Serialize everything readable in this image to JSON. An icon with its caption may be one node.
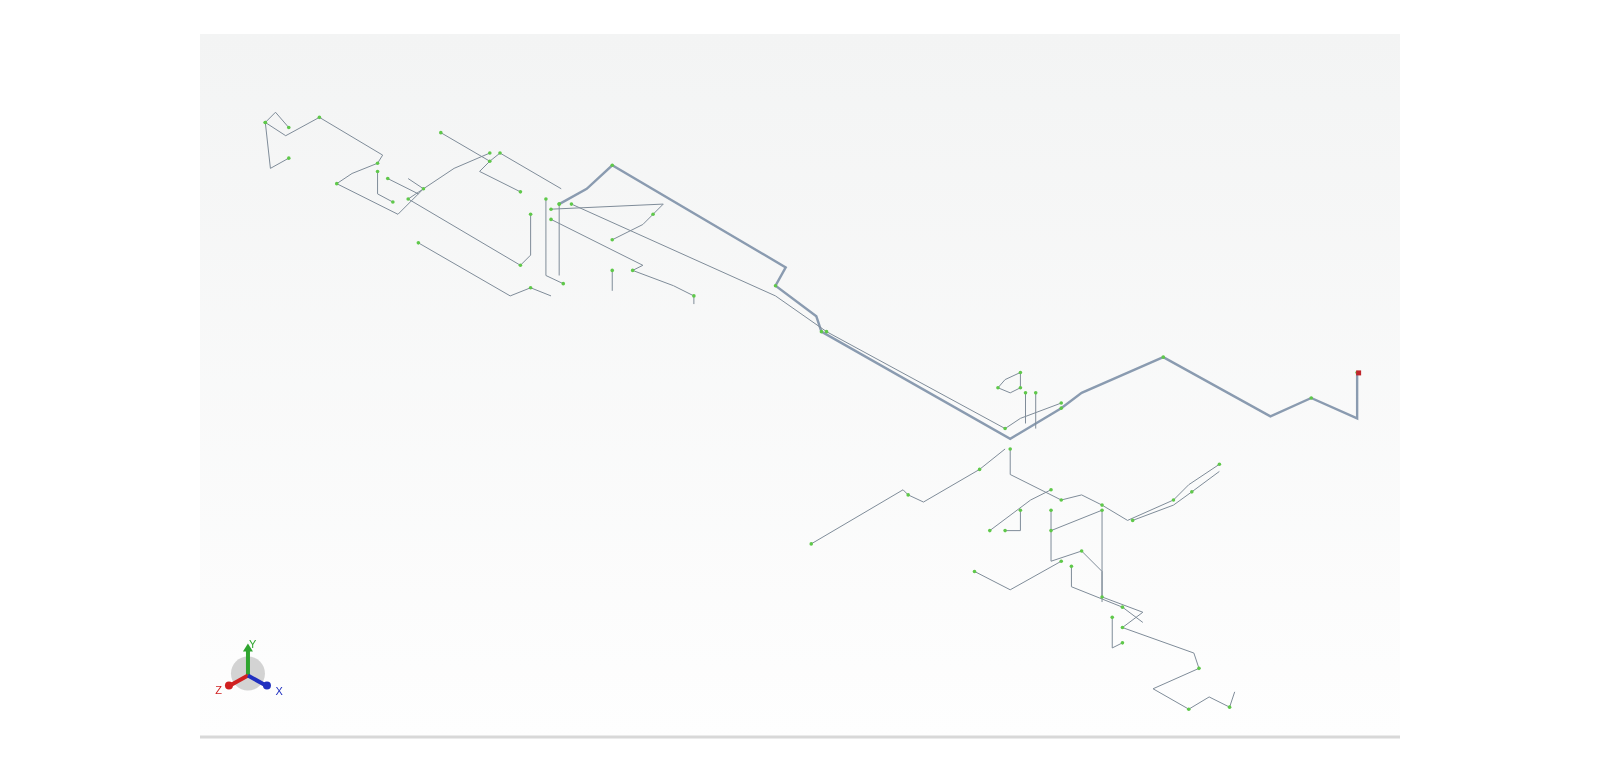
{
  "diagram": {
    "labels": [
      "Y",
      "Z",
      "X"
    ]
  }
}
